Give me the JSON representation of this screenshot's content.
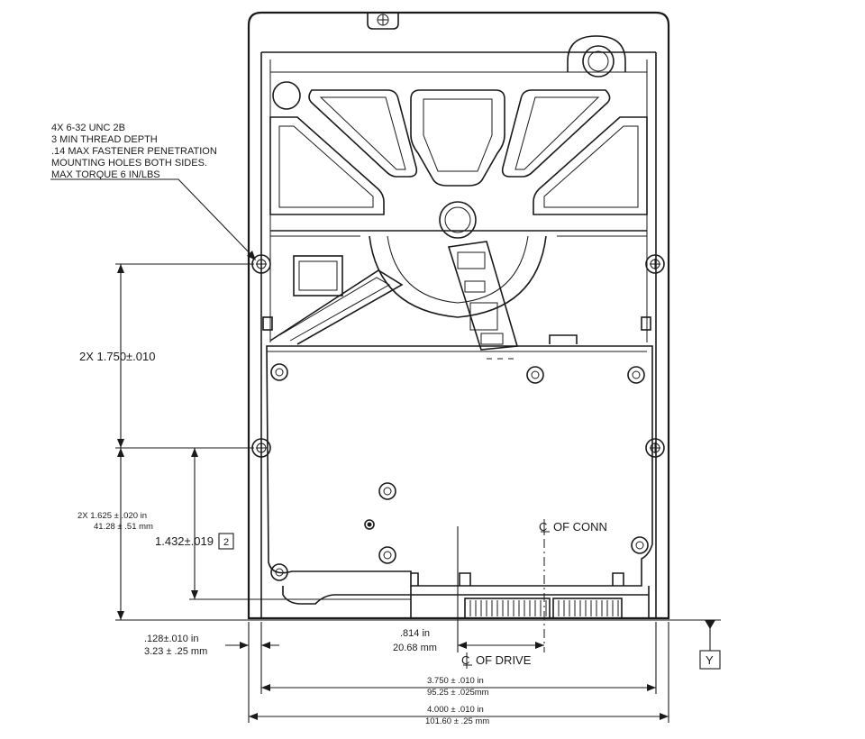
{
  "callout": {
    "line1": "4X 6-32 UNC 2B",
    "line2": "3 MIN THREAD DEPTH",
    "line3": ".14 MAX FASTENER PENETRATION",
    "line4": "MOUNTING HOLES BOTH SIDES.",
    "line5": "MAX TORQUE 6 IN/LBS"
  },
  "dimensions": {
    "hole_spacing": "2X 1.750±.010",
    "bottom_hole_in": "2X 1.625 ± .020 in",
    "bottom_hole_mm": "41.28 ± .51 mm",
    "conn_height": "1.432±.019",
    "conn_height_ref": "2",
    "side_offset_in": ".128±.010 in",
    "side_offset_mm": "3.23 ± .25 mm",
    "conn_offset_in": ".814 in",
    "conn_offset_mm": "20.68 mm",
    "hole_width_in": "3.750 ± .010 in",
    "hole_width_mm": "95.25 ± .025mm",
    "overall_width_in": "4.000 ± .010 in",
    "overall_width_mm": "101.60 ± .25 mm"
  },
  "labels": {
    "cl_conn": "OF CONN",
    "cl_drive": "OF DRIVE",
    "datum": "Y"
  }
}
